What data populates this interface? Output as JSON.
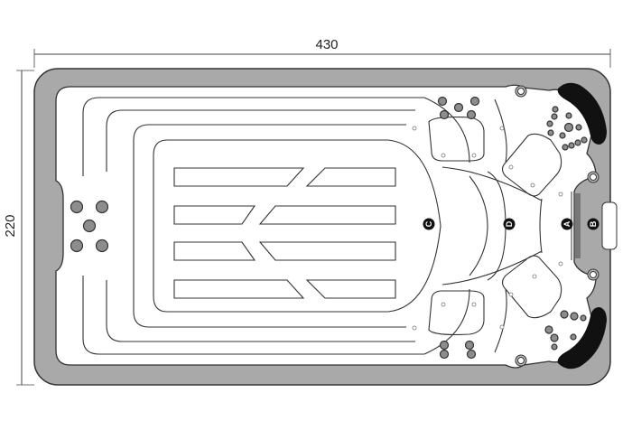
{
  "dimensions": {
    "length": "430",
    "width": "220"
  },
  "markers": {
    "a": "A",
    "b": "B",
    "c": "C",
    "d": "D"
  },
  "colors": {
    "shell": "#a9a9a9",
    "basin": "#ffffff",
    "outline": "#333333",
    "headrest": "#111111"
  }
}
